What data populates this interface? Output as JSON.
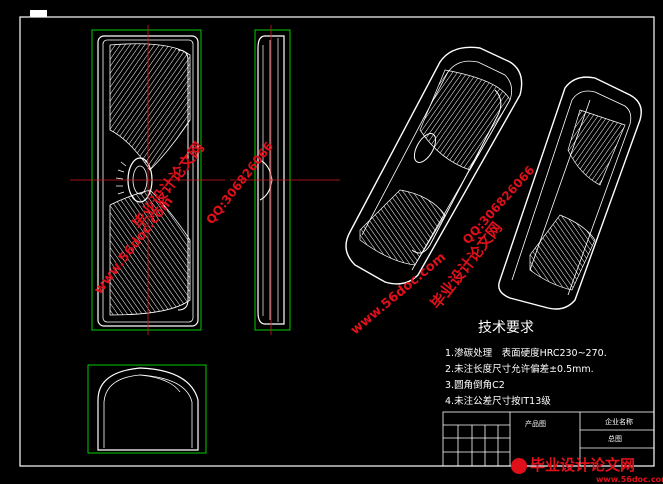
{
  "drawing": {
    "title_badge": "",
    "tech_requirements": {
      "heading": "技术要求",
      "items": [
        "1.渗碳处理　表面硬度HRC230~270.",
        "2.未注长度尺寸允许偏差±0.5mm.",
        "3.圆角倒角C2",
        "4.未注公差尺寸按IT13级"
      ]
    },
    "title_block": {
      "product_label": "产品图",
      "company": "企业名称",
      "sheet_label": "总图"
    }
  },
  "watermarks": {
    "site": "www.56doc.com",
    "qq": "QQ:306826066",
    "name": "毕业设计论文网",
    "footer_name": "毕业设计论文网",
    "footer_site": "www.56doc.com"
  },
  "colors": {
    "background": "#000000",
    "border": "#ffffff",
    "outline": "#00cc00",
    "centerline": "#d11a1a",
    "watermark": "#e0101a"
  }
}
